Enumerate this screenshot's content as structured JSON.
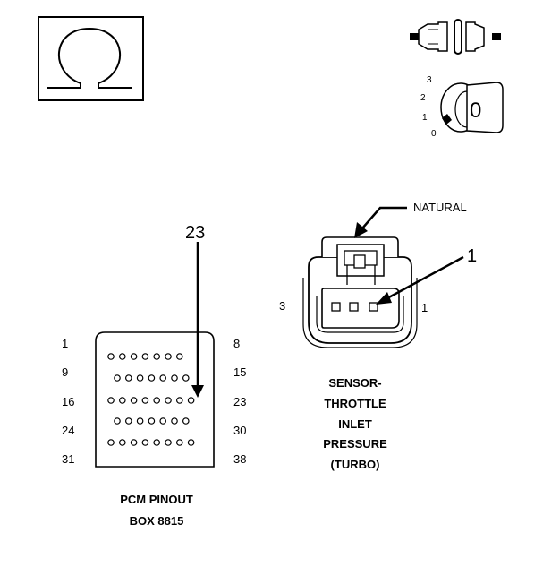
{
  "symbols": {
    "ohm": "Ω",
    "ignition_key": {
      "positions": [
        "3",
        "2",
        "1",
        "0"
      ],
      "selected": "0"
    }
  },
  "connector": {
    "callout_color": "NATURAL",
    "pin_callout": "1",
    "left_pin_label": "3",
    "right_pin_label": "1",
    "title_lines": [
      "SENSOR-",
      "THROTTLE",
      "INLET",
      "PRESSURE",
      "(TURBO)"
    ],
    "pin_count": 3
  },
  "pcm": {
    "pin_callout": "23",
    "left_labels": [
      "1",
      "9",
      "16",
      "24",
      "31"
    ],
    "right_labels": [
      "8",
      "15",
      "23",
      "30",
      "38"
    ],
    "row_pin_counts": [
      7,
      7,
      8,
      7,
      8
    ],
    "title_lines": [
      "PCM PINOUT",
      "BOX 8815"
    ]
  }
}
